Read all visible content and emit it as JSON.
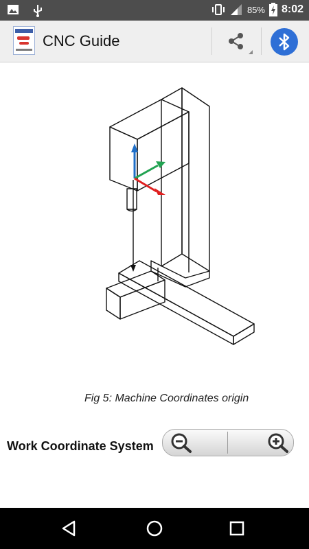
{
  "status_bar": {
    "battery_percent": "85%",
    "time": "8:02",
    "icons": [
      "image-icon",
      "usb-icon",
      "vibrate-icon",
      "signal-icon",
      "battery-charging-icon"
    ]
  },
  "action_bar": {
    "title": "CNC Guide",
    "icons": [
      "app-logo-icon",
      "share-icon",
      "bluetooth-icon"
    ]
  },
  "figure": {
    "caption": "Fig 5: Machine Coordinates origin",
    "axis_colors": {
      "z": "#1f6fc8",
      "y": "#22a352",
      "x": "#e02020"
    }
  },
  "work_coordinate": {
    "label": "Work Coordinate System",
    "zoom_icons": [
      "zoom-out-icon",
      "zoom-in-icon"
    ]
  },
  "nav_bar": {
    "icons": [
      "back-icon",
      "home-icon",
      "recents-icon"
    ]
  }
}
